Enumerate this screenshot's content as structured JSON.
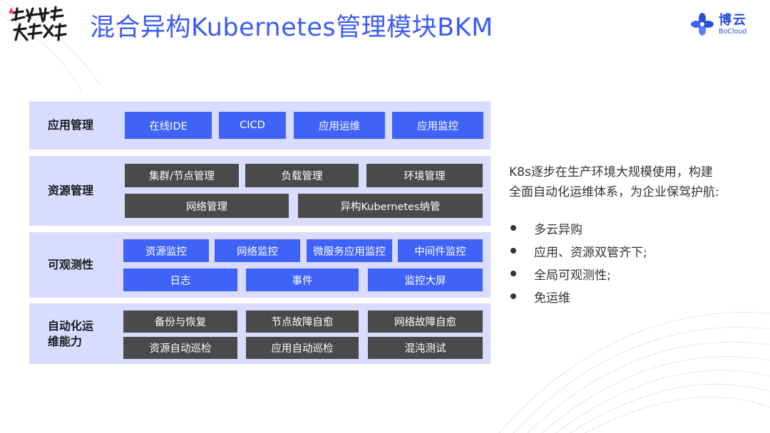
{
  "slide": {
    "title": "混合异构Kubernetes管理模块BKM",
    "logo_left_text": "容器新生 大器可成",
    "logo_right": {
      "cn": "博云",
      "en": "BoCloud"
    }
  },
  "layers": [
    {
      "label": "应用管理",
      "chips": [
        "在线IDE",
        "CICD",
        "应用运维",
        "应用监控"
      ]
    },
    {
      "label": "资源管理",
      "chips": [
        "集群/节点管理",
        "负载管理",
        "环境管理",
        "网络管理",
        "异构Kubernetes纳管"
      ]
    },
    {
      "label": "可观测性",
      "chips": [
        "资源监控",
        "网络监控",
        "微服务应用监控",
        "中间件监控",
        "日志",
        "事件",
        "监控大屏"
      ]
    },
    {
      "label": "自动化运维能力",
      "chips": [
        "备份与恢复",
        "节点故障自愈",
        "网络故障自愈",
        "资源自动巡检",
        "应用自动巡检",
        "混沌测试"
      ]
    }
  ],
  "description": {
    "line1": "K8s逐步在生产环境大规模使用，构建",
    "line2": "全面自动化运维体系，为企业保驾护航:",
    "bullets": [
      "多云异购",
      "应用、资源双管齐下;",
      "全局可观测性;",
      "免运维"
    ]
  },
  "colors": {
    "accent": "#3b5bfa",
    "layer_bg": "#d9dcff",
    "chip_blue": "#3f63f6",
    "chip_gray": "#4a4a4a"
  }
}
